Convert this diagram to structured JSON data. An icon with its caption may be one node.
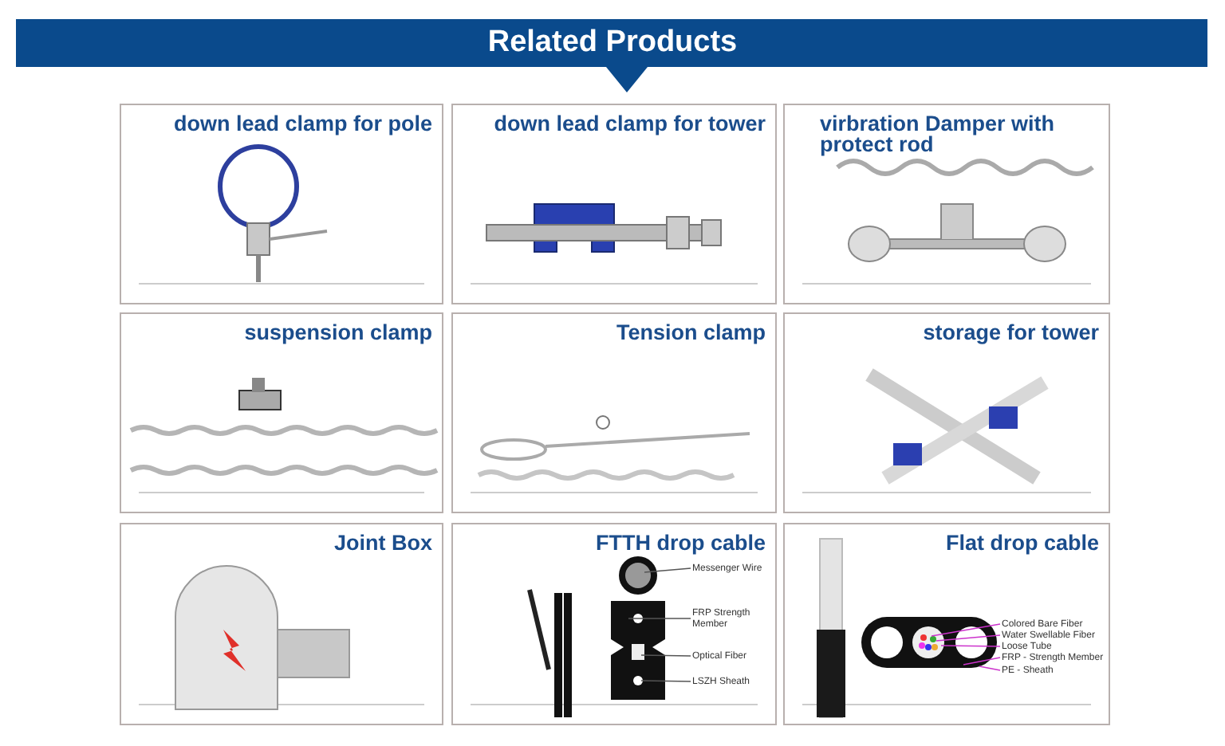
{
  "diagram": {
    "title": "Related Products",
    "nodes": [
      {
        "text": [
          "down lead clamp for pole"
        ]
      },
      {
        "text": [
          "down lead clamp for tower"
        ]
      },
      {
        "text": [
          "virbration Damper with protect rod"
        ]
      },
      {
        "text": [
          "suspension clamp"
        ]
      },
      {
        "text": [
          "Tension clamp"
        ]
      },
      {
        "text": [
          "storage for tower"
        ]
      },
      {
        "text": [
          "Joint Box"
        ]
      },
      {
        "text": [
          "FTTH drop cable"
        ]
      },
      {
        "text": [
          "Flat drop cable"
        ]
      },
      {
        "text": [
          "Messenger Wire"
        ],
        "in": 7
      },
      {
        "text": [
          "FRP Strength Member"
        ],
        "in": 7
      },
      {
        "text": [
          "Optical Fiber"
        ],
        "in": 7
      },
      {
        "text": [
          "LSZH Sheath"
        ],
        "in": 7
      },
      {
        "text": [
          "Colored Bare Fiber"
        ],
        "in": 8
      },
      {
        "text": [
          "Water Swellable Fiber"
        ],
        "in": 8
      },
      {
        "text": [
          "Loose Tube"
        ],
        "in": 8
      },
      {
        "text": [
          "FRP - Strength Member"
        ],
        "in": 8
      },
      {
        "text": [
          "PE - Sheath"
        ],
        "in": 8
      }
    ],
    "edges": [
      {
        "from": 9,
        "to": null,
        "arrow": "none",
        "color": "#555555"
      },
      {
        "from": 10,
        "to": null,
        "arrow": "none",
        "color": "#555555"
      },
      {
        "from": 11,
        "to": null,
        "arrow": "none",
        "color": "#555555"
      },
      {
        "from": 12,
        "to": null,
        "arrow": "none",
        "color": "#555555"
      },
      {
        "from": 13,
        "to": null,
        "arrow": "none"
      },
      {
        "from": 14,
        "to": null,
        "arrow": "none"
      },
      {
        "from": 15,
        "to": null,
        "arrow": "none"
      },
      {
        "from": 16,
        "to": null,
        "arrow": "none"
      },
      {
        "from": 17,
        "to": null,
        "arrow": "none"
      }
    ]
  }
}
